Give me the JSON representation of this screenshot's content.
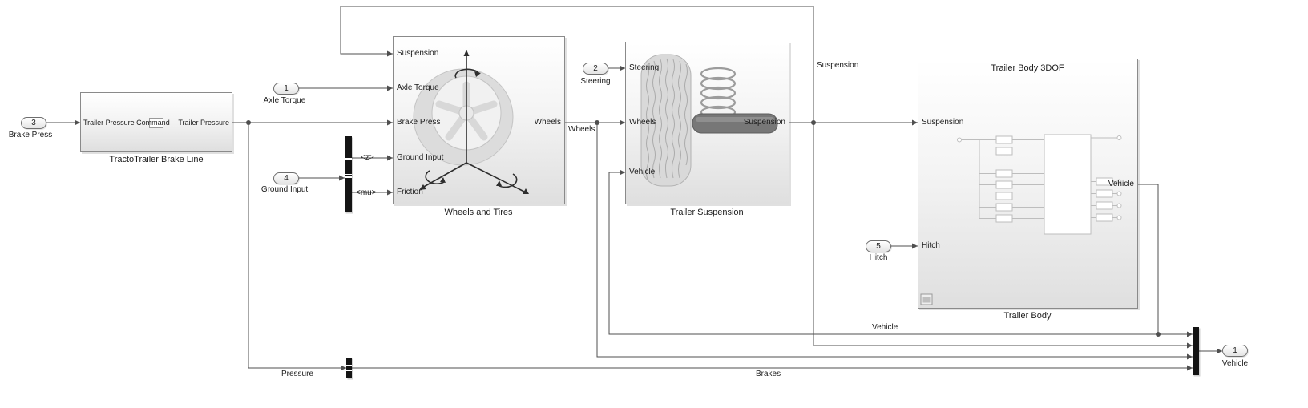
{
  "palette": {
    "wire": "#4f4f4f",
    "block_border": "#8a8a8a",
    "text": "#1c1c1c",
    "bar": "#141414"
  },
  "inports": [
    {
      "id": "3",
      "label": "Brake Press"
    },
    {
      "id": "1",
      "label": "Axle Torque"
    },
    {
      "id": "4",
      "label": "Ground Input"
    },
    {
      "id": "2",
      "label": "Steering"
    },
    {
      "id": "5",
      "label": "Hitch"
    }
  ],
  "outport": {
    "id": "1",
    "label": "Vehicle"
  },
  "blocks": {
    "brake_line": {
      "name": "TractoTrailer Brake Line",
      "input_label": "Trailer Pressure Command",
      "output_label": "Trailer Pressure"
    },
    "wheels_tires": {
      "name": "Wheels and Tires",
      "inputs": [
        "Suspension",
        "Axle Torque",
        "Brake Press",
        "Ground Input",
        "Friction"
      ],
      "output": "Wheels"
    },
    "trailer_suspension": {
      "name": "Trailer Suspension",
      "inputs": [
        "Steering",
        "Wheels",
        "Vehicle"
      ],
      "output": "Suspension"
    },
    "trailer_body": {
      "title": "Trailer Body 3DOF",
      "name": "Trailer Body",
      "inputs": [
        "Suspension",
        "Hitch"
      ],
      "output": "Vehicle"
    }
  },
  "bus_signals": {
    "z": "<z>",
    "mu": "<mu>"
  },
  "wire_labels": {
    "suspension": "Suspension",
    "wheels": "Wheels",
    "vehicle": "Vehicle",
    "pressure": "Pressure",
    "brakes": "Brakes"
  }
}
